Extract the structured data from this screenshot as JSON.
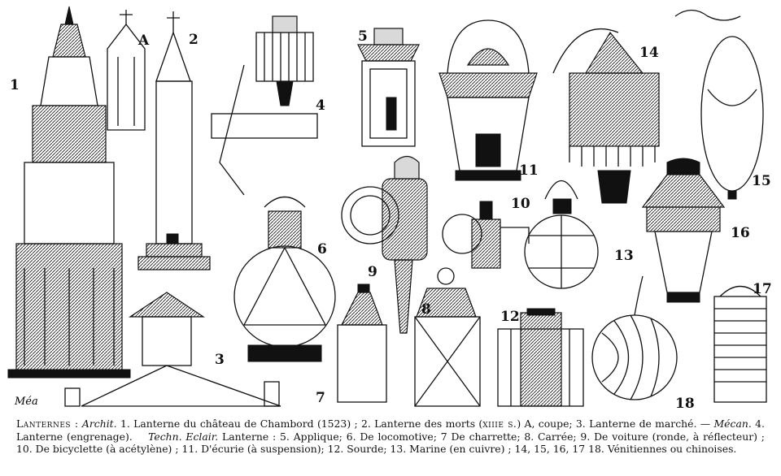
{
  "figure": {
    "signature": "Méa",
    "labels": [
      "1",
      "A",
      "2",
      "3",
      "4",
      "5",
      "6",
      "7",
      "8",
      "9",
      "10",
      "11",
      "12",
      "13",
      "14",
      "15",
      "16",
      "17",
      "18"
    ]
  },
  "caption": {
    "head": "Lanternes :",
    "archit_label": "Archit.",
    "archit_text": "1. Lanterne du château de Chambord (1523) ; 2. Lanterne des morts (",
    "century": "xiiie s.",
    "archit_text_2": ")   A, coupe; 3. Lanterne de marché.",
    "dash": "—",
    "mecan_label": "Mécan.",
    "mecan_text": "4. Lanterne (engrenage).",
    "techn_label": "Techn. Eclair.",
    "techn_text": "Lanterne : 5. Applique; 6. De locomotive; 7 De charrette; 8. Carrée; 9. De voiture (ronde, à réflecteur) ; 10. De bicyclette (à acétylène) ; 11. D'écurie (à suspension); 12. Sourde; 13. Marine (en cuivre) ; 14, 15, 16, 17  18. Vénitiennes ou chinoises."
  }
}
